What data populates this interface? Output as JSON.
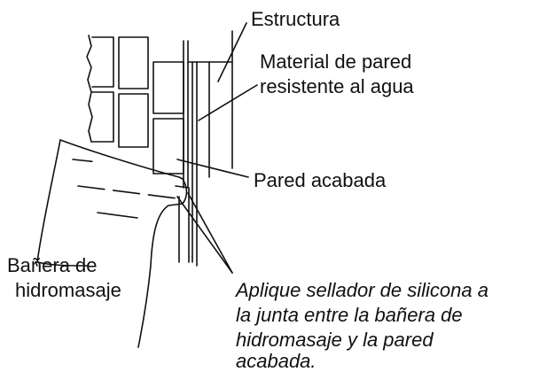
{
  "labels": {
    "structure": "Estructura",
    "wall_material_line1": "Material de pared",
    "wall_material_line2": "resistente al agua",
    "finished_wall": "Pared acabada",
    "tub_line1": "Bañera de",
    "tub_line2": "hidromasaje"
  },
  "note": {
    "line1": "Aplique sellador de silicona a",
    "line2": "la junta entre la bañera de",
    "line3": "hidromasaje y la pared",
    "line4": "acabada."
  },
  "colors": {
    "ink": "#111111",
    "background": "#ffffff"
  }
}
